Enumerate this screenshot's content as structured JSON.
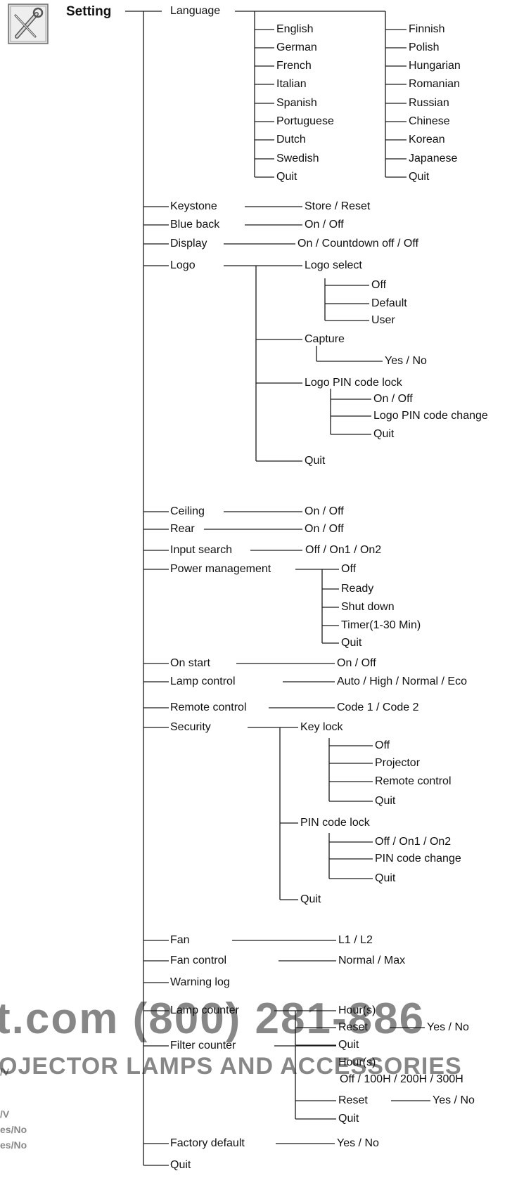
{
  "title": "Setting",
  "icon": "wrench-icon",
  "menu": {
    "language": "Language",
    "languages_left": [
      "English",
      "German",
      "French",
      "Italian",
      "Spanish",
      "Portuguese",
      "Dutch",
      "Swedish",
      "Quit"
    ],
    "languages_right": [
      "Finnish",
      "Polish",
      "Hungarian",
      "Romanian",
      "Russian",
      "Chinese",
      "Korean",
      "Japanese",
      "Quit"
    ],
    "keystone": "Keystone",
    "keystone_value": "Store / Reset",
    "blue_back": "Blue back",
    "blue_back_value": "On / Off",
    "display": "Display",
    "display_value": "On / Countdown off / Off",
    "logo": "Logo",
    "logo_select": "Logo select",
    "logo_select_options": [
      "Off",
      "Default",
      "User"
    ],
    "capture": "Capture",
    "capture_value": "Yes / No",
    "logo_pin_lock": "Logo PIN code lock",
    "logo_pin_options": [
      "On / Off",
      "Logo PIN code change",
      "Quit"
    ],
    "logo_quit": "Quit",
    "ceiling": "Ceiling",
    "ceiling_value": "On / Off",
    "rear": "Rear",
    "rear_value": "On / Off",
    "input_search": "Input search",
    "input_search_value": "Off / On1 / On2",
    "power_management": "Power management",
    "power_options": [
      "Off",
      "Ready",
      "Shut down",
      "Timer(1-30 Min)",
      "Quit"
    ],
    "on_start": "On start",
    "on_start_value": "On / Off",
    "lamp_control": "Lamp control",
    "lamp_control_value": "Auto / High / Normal / Eco",
    "remote_control": "Remote control",
    "remote_control_value": "Code 1 / Code 2",
    "security": "Security",
    "key_lock": "Key lock",
    "key_lock_options": [
      "Off",
      "Projector",
      "Remote control",
      "Quit"
    ],
    "pin_lock": "PIN code lock",
    "pin_lock_options": [
      "Off / On1 / On2",
      "PIN code change",
      "Quit"
    ],
    "security_quit": "Quit",
    "fan": "Fan",
    "fan_value": "L1 / L2",
    "fan_control": "Fan control",
    "fan_control_value": "Normal / Max",
    "warning_log": "Warning log",
    "lamp_counter": "Lamp counter",
    "lamp_counter_hours": "Hour(s)",
    "lamp_counter_reset": "Reset",
    "lamp_counter_reset_value": "Yes / No",
    "lamp_counter_quit": "Quit",
    "filter_counter": "Filter counter",
    "filter_counter_hours": "Hour(s)",
    "filter_counter_options": "Off / 100H / 200H / 300H",
    "filter_counter_reset": "Reset",
    "filter_counter_reset_value": "Yes / No",
    "filter_counter_quit": "Quit",
    "factory_default": "Factory default",
    "factory_default_value": "Yes / No",
    "quit": "Quit"
  },
  "watermark": {
    "line1": "t.com (800) 281-886",
    "line2": "OJECTOR LAMPS AND ACCESSORIES",
    "left_fragments": [
      "/V",
      "/V",
      "es/No",
      "es/No"
    ]
  }
}
